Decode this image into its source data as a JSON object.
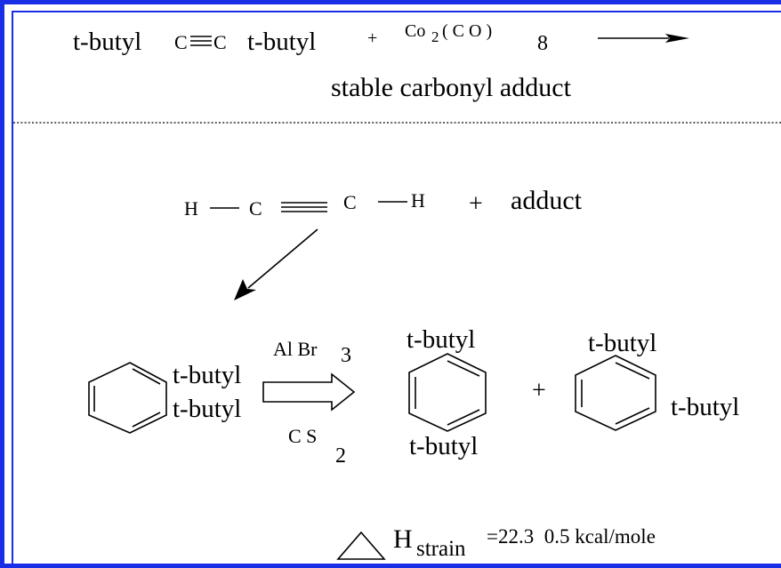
{
  "colors": {
    "frame": "#1a2ee6",
    "ink": "#000000",
    "background": "#ffffff"
  },
  "reaction1": {
    "reactant_left": "t-butyl",
    "triple_bond_left_atom": "C",
    "triple_bond_right_atom": "C",
    "reactant_right": "t-butyl",
    "plus": "+",
    "catalyst_co": "Co",
    "catalyst_co_sub": "2",
    "catalyst_paren": "( C O )",
    "catalyst_paren_sub": "8",
    "product": "stable carbonyl adduct"
  },
  "reaction2": {
    "h_left": "H",
    "c_left": "C",
    "c_right": "C",
    "h_right": "H",
    "plus": "+",
    "partner": "adduct"
  },
  "reaction3": {
    "start_sub_1": "t-butyl",
    "start_sub_2": "t-butyl",
    "reagent_top": "Al Br",
    "reagent_top_sub": "3",
    "reagent_bottom": "C S",
    "reagent_bottom_sub": "2",
    "prod1_top": "t-butyl",
    "prod1_bottom": "t-butyl",
    "plus": "+",
    "prod2_top": "t-butyl",
    "prod2_right": "t-butyl"
  },
  "strain": {
    "symbol": "H",
    "subscript": "strain",
    "value": "=22.3  0.5 kcal/mole"
  }
}
